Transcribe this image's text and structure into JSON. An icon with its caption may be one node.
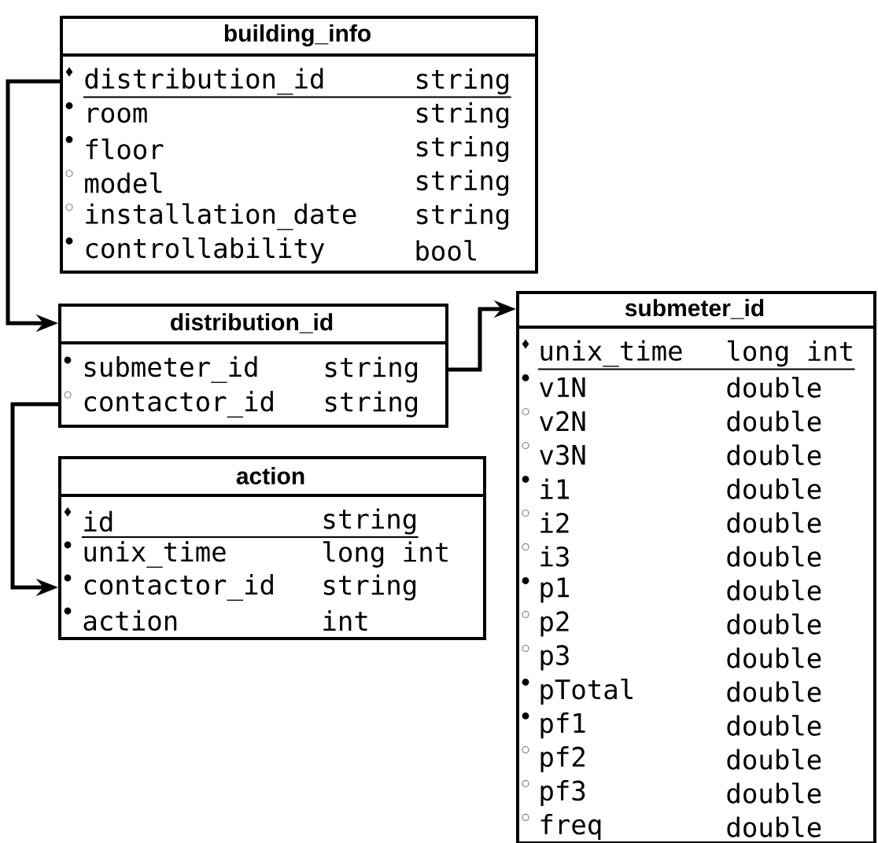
{
  "diagram": {
    "nodes": [
      {
        "text": [
          "building_info",
          "distribution_id",
          "string",
          "room",
          "string",
          "floor",
          "string",
          "model",
          "string",
          "installation_date",
          "string",
          "controllability",
          "bool"
        ]
      },
      {
        "text": [
          "distribution_id",
          "submeter_id",
          "string",
          "contactor_id",
          "string"
        ]
      },
      {
        "text": [
          "submeter_id",
          "unix_time",
          "long int",
          "v1N",
          "double",
          "v2N",
          "double",
          "v3N",
          "double",
          "i1",
          "double",
          "i2",
          "double",
          "i3",
          "double",
          "p1",
          "double",
          "p2",
          "double",
          "p3",
          "double",
          "pTotal",
          "double",
          "pf1",
          "double",
          "pf2",
          "double",
          "pf3",
          "double",
          "freq",
          "double"
        ]
      },
      {
        "text": [
          "action",
          "id",
          "string",
          "unix_time",
          "long int",
          "contactor_id",
          "string",
          "action",
          "int"
        ]
      }
    ],
    "edges": [
      {
        "from": 0,
        "to": 1,
        "arrow": "to"
      },
      {
        "from": 1,
        "to": 2,
        "arrow": "to"
      },
      {
        "from": 1,
        "to": 3,
        "arrow": "to"
      }
    ]
  }
}
